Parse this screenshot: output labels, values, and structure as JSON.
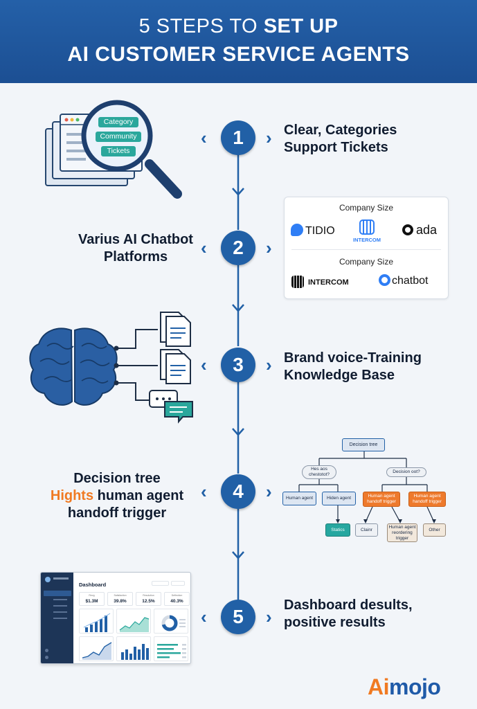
{
  "header": {
    "line1_prefix": "5 STEPS TO",
    "line1_bold": "SET UP",
    "line2": "AI CUSTOMER SERVICE AGENTS"
  },
  "steps": [
    {
      "number": "1",
      "text": "Clear, Categories Support Tickets"
    },
    {
      "number": "2",
      "text": "Varius AI Chatbot Platforms"
    },
    {
      "number": "3",
      "text": "Brand voice-Training Knowledge Base"
    },
    {
      "number": "4",
      "text_line1": "Decision tree",
      "text_highlight": "Hights",
      "text_rest": "human agent",
      "text_line3": "handoff trigger"
    },
    {
      "number": "5",
      "text": "Dashboard desults, positive results"
    }
  ],
  "step1_tags": [
    "Category",
    "Community",
    "Tickets"
  ],
  "platforms": {
    "heading_top": "Company Size",
    "heading_bottom": "Company Size",
    "row1": [
      "TIDIO",
      "INTERCOM",
      "ada"
    ],
    "row2": [
      "INTERCOM",
      "chatbot"
    ]
  },
  "decision_tree": {
    "root": "Decision tree",
    "left_q": "Hes aos chestotot?",
    "right_q": "Decision oot?",
    "l1": "Human agent",
    "l2": "Hiden agent",
    "r1": "Human agent handoff trigger",
    "r2": "Human agent handoff trigger",
    "leaf_status": "Statics",
    "leaf_claim": "Clainr",
    "leaf_reorder": "Human agent reordering trigger",
    "leaf_other": "Other"
  },
  "dashboard": {
    "title": "Dashboard",
    "kpis": [
      {
        "label": "Revg",
        "value": "$1.3M"
      },
      {
        "label": "Satisfaction",
        "value": "39.8%"
      },
      {
        "label": "Resolution",
        "value": "12.5%"
      },
      {
        "label": "Deflection",
        "value": "40.3%"
      }
    ]
  },
  "brand": {
    "part1": "Ai",
    "part2": "mojo"
  },
  "colors": {
    "primary": "#2160a6",
    "accent": "#f07a22",
    "teal": "#2aa79c"
  }
}
